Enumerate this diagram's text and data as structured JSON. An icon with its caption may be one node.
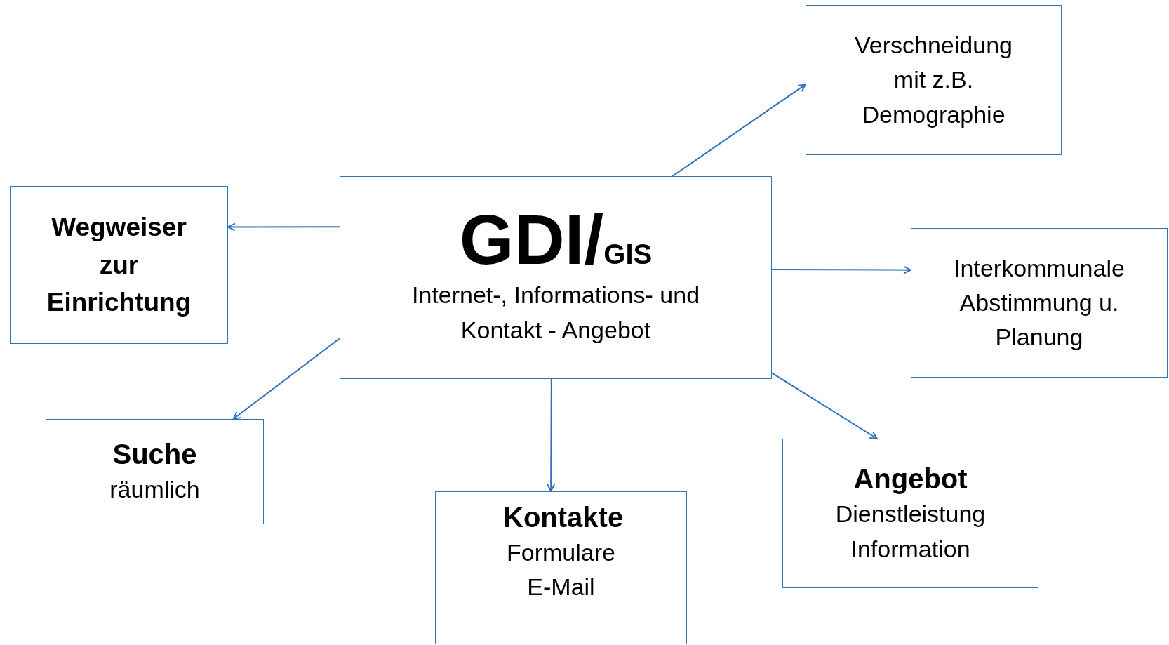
{
  "diagram": {
    "nodes": [
      {
        "text": [
          "GDI/$_{GIS}$",
          "Internet-, Informations- und Kontakt - Angebot"
        ]
      },
      {
        "text": [
          "Verschneidung mit z.B. Demographie"
        ]
      },
      {
        "text": [
          "Wegweiser zur Einrichtung"
        ]
      },
      {
        "text": [
          "Interkommunale Abstimmung u. Planung"
        ]
      },
      {
        "text": [
          "Suche",
          "räumlich"
        ]
      },
      {
        "text": [
          "Kontakte",
          "Formulare E-Mail"
        ]
      },
      {
        "text": [
          "Angebot",
          "Dienstleistung Information"
        ]
      }
    ],
    "edges": [
      {
        "from": 0,
        "to": 1,
        "arrow": "to"
      },
      {
        "from": 0,
        "to": 2,
        "arrow": "to"
      },
      {
        "from": 0,
        "to": 3,
        "arrow": "to"
      },
      {
        "from": 0,
        "to": 4,
        "arrow": "to"
      },
      {
        "from": 0,
        "to": 5,
        "arrow": "to"
      },
      {
        "from": 0,
        "to": 6,
        "arrow": "to"
      }
    ]
  }
}
